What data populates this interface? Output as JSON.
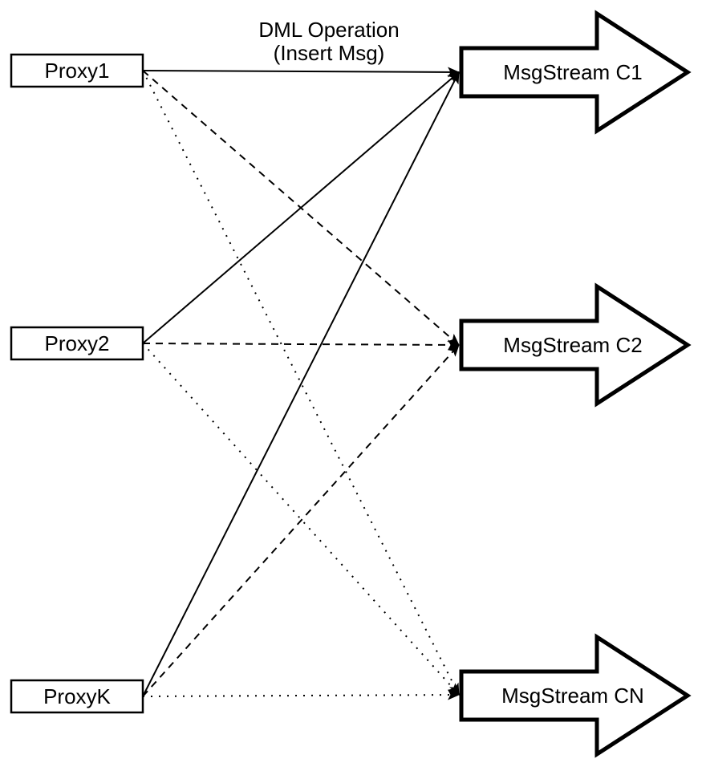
{
  "diagram": {
    "annotation": {
      "line1": "DML Operation",
      "line2": "(Insert Msg)"
    },
    "proxies": [
      {
        "id": "proxy1",
        "label": "Proxy1"
      },
      {
        "id": "proxy2",
        "label": "Proxy2"
      },
      {
        "id": "proxyk",
        "label": "ProxyK"
      }
    ],
    "streams": [
      {
        "id": "c1",
        "label": "MsgStream C1"
      },
      {
        "id": "c2",
        "label": "MsgStream C2"
      },
      {
        "id": "cn",
        "label": "MsgStream CN"
      }
    ],
    "edges": [
      {
        "from": "proxy1",
        "to": "c1",
        "style": "solid"
      },
      {
        "from": "proxy1",
        "to": "c2",
        "style": "dashed"
      },
      {
        "from": "proxy1",
        "to": "cn",
        "style": "dotted"
      },
      {
        "from": "proxy2",
        "to": "c1",
        "style": "solid"
      },
      {
        "from": "proxy2",
        "to": "c2",
        "style": "dashed"
      },
      {
        "from": "proxy2",
        "to": "cn",
        "style": "dotted"
      },
      {
        "from": "proxyk",
        "to": "c1",
        "style": "solid"
      },
      {
        "from": "proxyk",
        "to": "c2",
        "style": "dashed"
      },
      {
        "from": "proxyk",
        "to": "cn",
        "style": "dotted"
      }
    ],
    "colors": {
      "stroke": "#000000",
      "fill": "#ffffff",
      "background": "#ffffff"
    }
  }
}
